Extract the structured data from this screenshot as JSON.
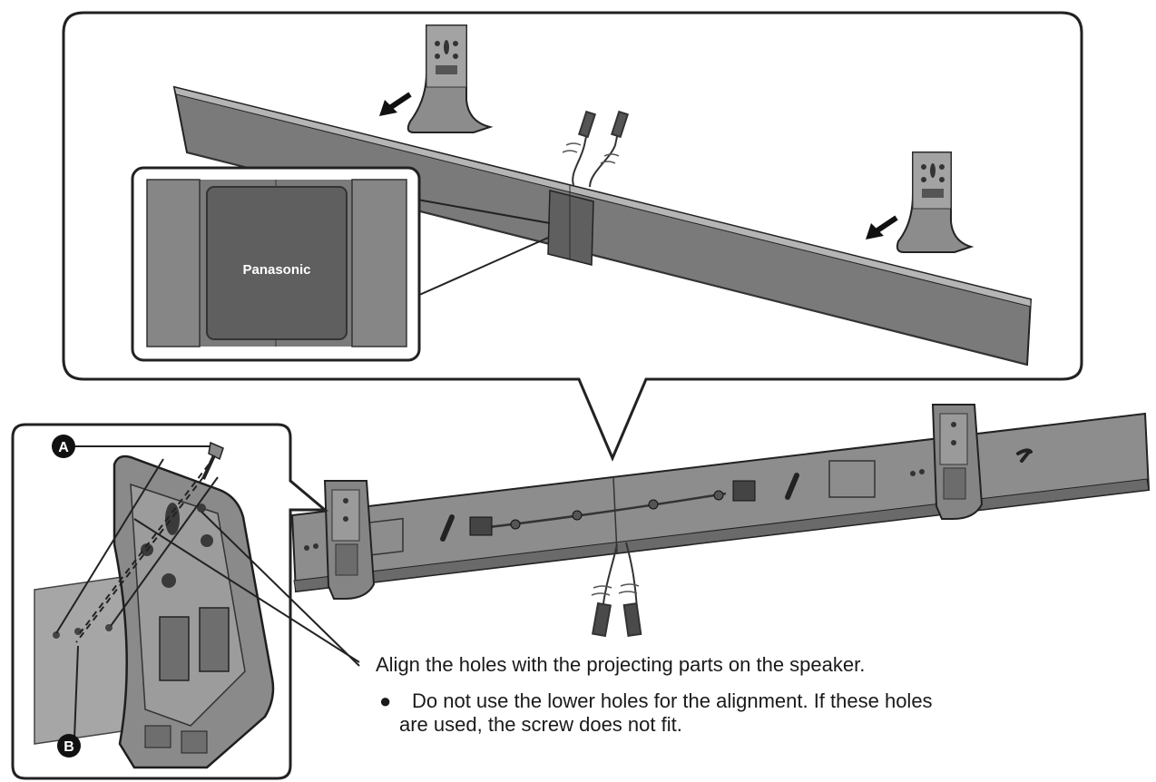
{
  "brand_label": "Panasonic",
  "callouts": {
    "a": "A",
    "b": "B"
  },
  "instructions": {
    "main": "Align the holes with the projecting parts on the speaker.",
    "bullet_symbol": "●",
    "bullet_line1": "Do not use the lower holes for the alignment. If these holes",
    "bullet_line2": "are used, the screw does not fit."
  },
  "colors": {
    "speaker_gray": "#7e7e7e",
    "speaker_dark": "#5a5a5a",
    "speaker_light": "#a6a6a6",
    "outline": "#222222",
    "callout_fill": "#111111"
  }
}
